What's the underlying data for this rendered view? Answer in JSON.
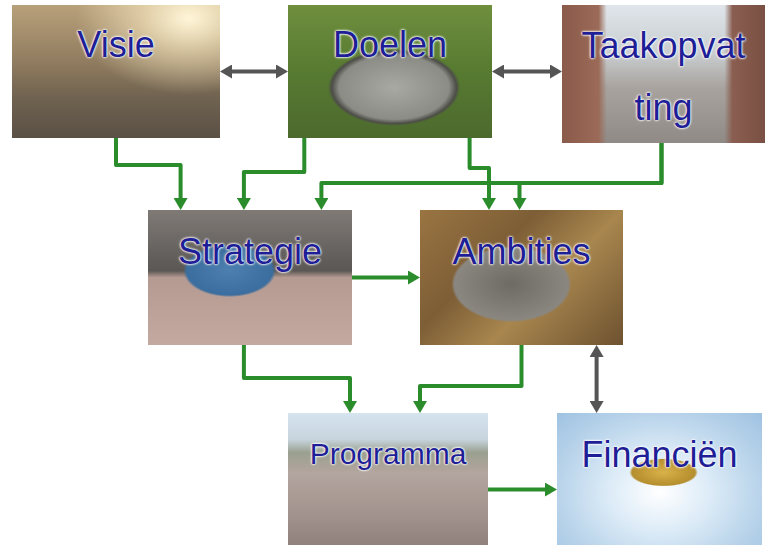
{
  "diagram": {
    "nodes": [
      {
        "text": [
          "Visie"
        ]
      },
      {
        "text": [
          "Doelen"
        ]
      },
      {
        "text": [
          "Taakopvat ting"
        ]
      },
      {
        "text": [
          "Strategie"
        ]
      },
      {
        "text": [
          "Ambities"
        ]
      },
      {
        "text": [
          "Programma"
        ]
      },
      {
        "text": [
          "Financiën"
        ]
      }
    ],
    "edges": [
      {
        "from": 0,
        "to": 1,
        "arrow": "both"
      },
      {
        "from": 1,
        "to": 2,
        "arrow": "both"
      },
      {
        "from": 0,
        "to": 3,
        "arrow": "to"
      },
      {
        "from": 1,
        "to": 3,
        "arrow": "to"
      },
      {
        "from": 1,
        "to": 4,
        "arrow": "to"
      },
      {
        "from": 2,
        "to": 3,
        "arrow": "to"
      },
      {
        "from": 2,
        "to": 4,
        "arrow": "to"
      },
      {
        "from": 3,
        "to": 4,
        "arrow": "to"
      },
      {
        "from": 3,
        "to": 5,
        "arrow": "to"
      },
      {
        "from": 4,
        "to": 5,
        "arrow": "to"
      },
      {
        "from": 4,
        "to": 6,
        "arrow": "both"
      },
      {
        "from": 5,
        "to": 6,
        "arrow": "to"
      }
    ]
  }
}
